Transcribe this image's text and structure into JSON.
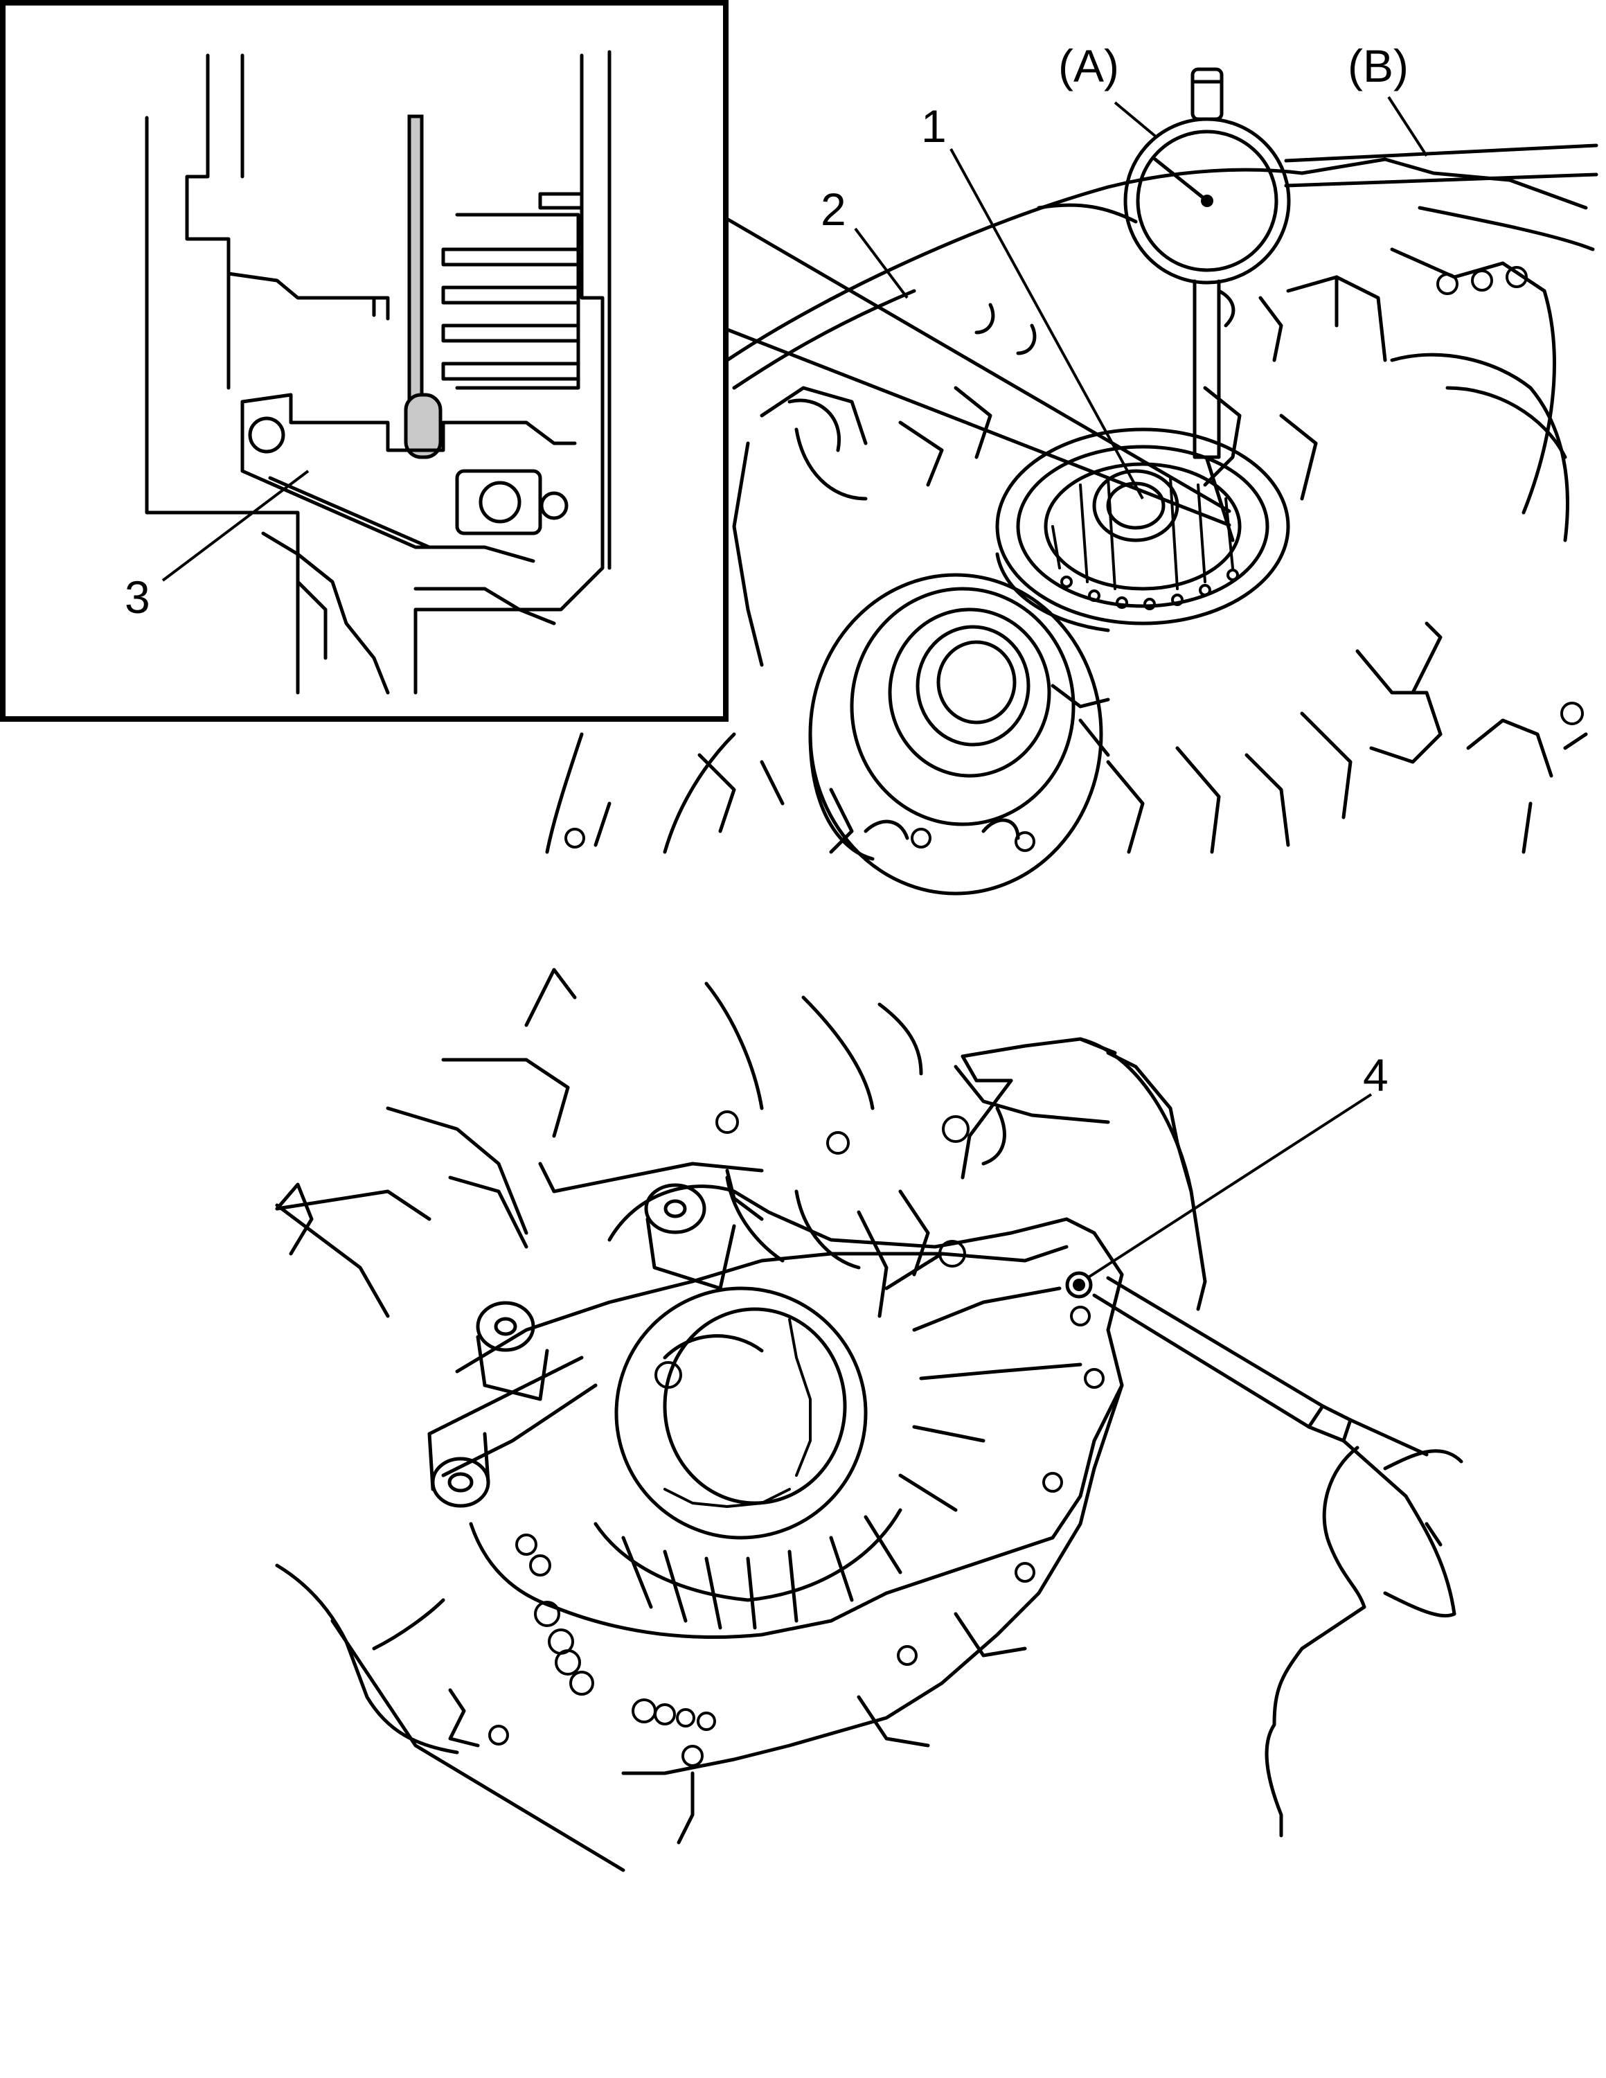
{
  "callouts": {
    "part1": "1",
    "part2": "2",
    "part3": "3",
    "part4": "4",
    "toolA": "(A)",
    "toolB": "(B)"
  },
  "colors": {
    "line": "#000000",
    "background": "#ffffff",
    "probe_fill": "#c8c8c8"
  },
  "icons": {
    "dial_gauge": "dial-gauge-icon",
    "magnetic_stand": "magnetic-stand-icon",
    "pliers": "pliers-icon",
    "hand": "hand-icon"
  }
}
